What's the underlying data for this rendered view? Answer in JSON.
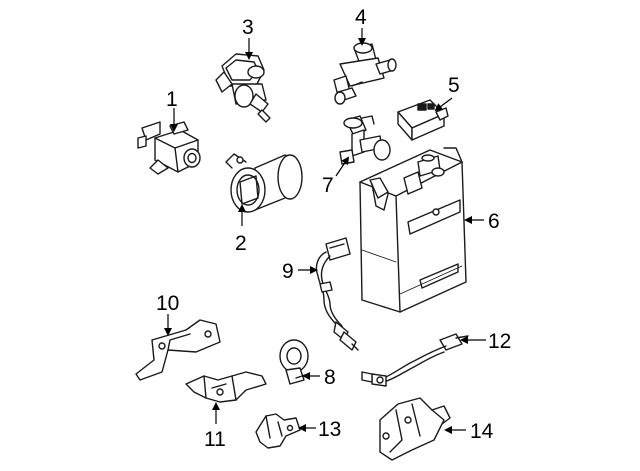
{
  "callouts": [
    {
      "id": "1",
      "text": "1"
    },
    {
      "id": "2",
      "text": "2"
    },
    {
      "id": "3",
      "text": "3"
    },
    {
      "id": "4",
      "text": "4"
    },
    {
      "id": "5",
      "text": "5"
    },
    {
      "id": "6",
      "text": "6"
    },
    {
      "id": "7",
      "text": "7"
    },
    {
      "id": "8",
      "text": "8"
    },
    {
      "id": "9",
      "text": "9"
    },
    {
      "id": "10",
      "text": "10"
    },
    {
      "id": "11",
      "text": "11"
    },
    {
      "id": "12",
      "text": "12"
    },
    {
      "id": "13",
      "text": "13"
    },
    {
      "id": "14",
      "text": "14"
    }
  ],
  "colors": {
    "line": "#1a1a1a",
    "background": "#ffffff"
  }
}
